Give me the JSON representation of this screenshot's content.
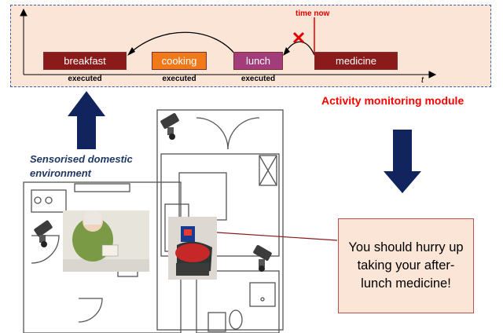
{
  "timeline": {
    "tasks": [
      {
        "label": "breakfast",
        "status": "executed",
        "color": "#8b1a1a"
      },
      {
        "label": "cooking",
        "status": "executed",
        "color": "#f07a1a"
      },
      {
        "label": "lunch",
        "status": "executed",
        "color": "#a23c7a"
      },
      {
        "label": "medicine",
        "status": "",
        "color": "#8b1a1a"
      }
    ],
    "time_now_label": "time now",
    "axis_label": "t"
  },
  "module_label": "Activity monitoring module",
  "environment_label": "Sensorised domestic environment",
  "message": "You should hurry up taking your after-lunch medicine!",
  "colors": {
    "arrow": "#12245e",
    "alert": "#e00000",
    "panel": "#fbe5d6"
  },
  "icons": [
    "camera-icon",
    "person-photo",
    "robot-photo",
    "cross-icon"
  ]
}
